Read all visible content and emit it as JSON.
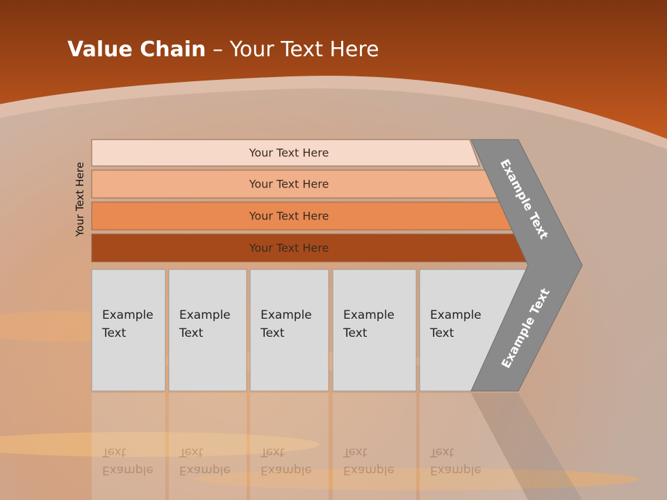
{
  "title": {
    "bold": "Value Chain",
    "rest": " – Your Text Here"
  },
  "side_label": "Your Text Here",
  "bands": [
    {
      "label": "Your Text Here",
      "color": "#f6d9c8"
    },
    {
      "label": "Your Text Here",
      "color": "#f0b08a"
    },
    {
      "label": "Your Text Here",
      "color": "#e88a52"
    },
    {
      "label": "Your Text Here",
      "color": "#a64a1c"
    }
  ],
  "boxes": [
    {
      "line1": "Example",
      "line2": "Text"
    },
    {
      "line1": "Example",
      "line2": "Text"
    },
    {
      "line1": "Example",
      "line2": "Text"
    },
    {
      "line1": "Example",
      "line2": "Text"
    },
    {
      "line1": "Example",
      "line2": "Text"
    }
  ],
  "chevron": {
    "upper_label": "Example Text",
    "lower_label": "Example Text",
    "color": "#8a8a8a"
  },
  "colors": {
    "header": "#8a3a12",
    "accent": "#c65a20",
    "box_fill": "#d9d9d9"
  }
}
